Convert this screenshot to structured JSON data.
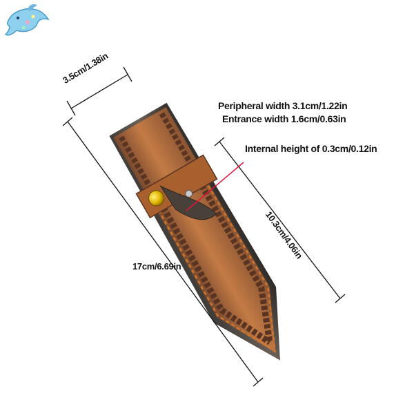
{
  "logo": {
    "icon": "dolphin-logo-icon"
  },
  "dimensions": {
    "top_width": "3.5cm/1.38in",
    "peripheral_width": "Peripheral width 3.1cm/1.22in",
    "entrance_width": "Entrance width 1.6cm/0.63in",
    "internal_height": "Internal height of 0.3cm/0.12in",
    "blade_length": "10.3cm/4.06in",
    "total_length": "17cm/6.69in"
  },
  "colors": {
    "leather_light": "#b86d3a",
    "leather_dark": "#5a3422",
    "stitch": "#d4762a",
    "rivet": "#e0b400",
    "pointer_line": "#e0143c"
  }
}
